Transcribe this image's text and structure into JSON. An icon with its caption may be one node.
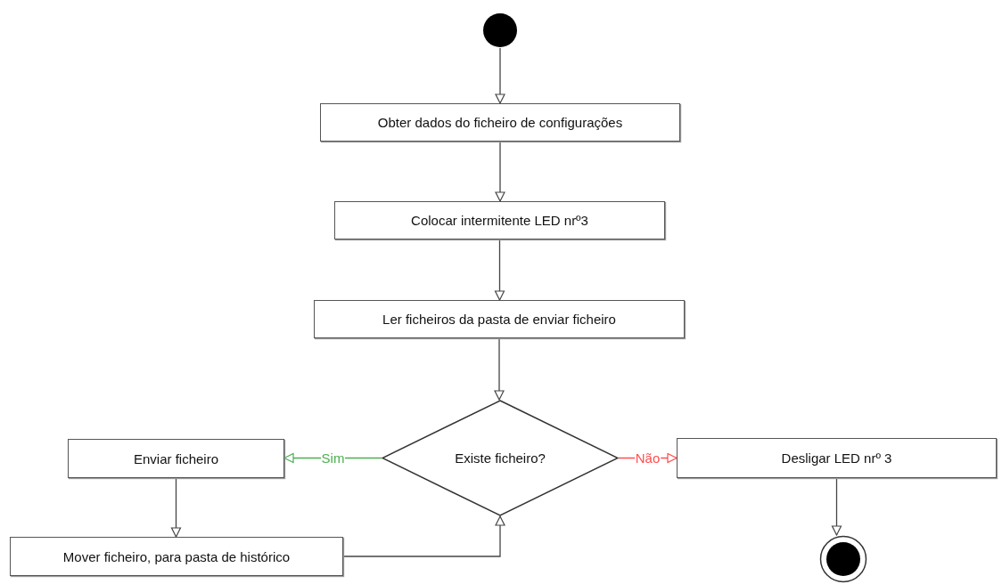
{
  "diagram": {
    "nodes": [
      {
        "text": [],
        "shape": "circle"
      },
      {
        "text": [
          "Obter dados do ficheiro de configurações"
        ]
      },
      {
        "text": [
          "Colocar intermitente LED nrº3"
        ]
      },
      {
        "text": [
          "Ler ficheiros da pasta de enviar ficheiro"
        ]
      },
      {
        "text": [
          "Existe ficheiro?"
        ]
      },
      {
        "text": [
          "Enviar ficheiro"
        ]
      },
      {
        "text": [
          "Mover ficheiro, para pasta de histórico"
        ]
      },
      {
        "text": [
          "Desligar LED nrº 3"
        ]
      },
      {
        "text": [],
        "shape": "circle"
      }
    ],
    "edges": [
      {
        "from": 0,
        "to": 1,
        "arrow": "to"
      },
      {
        "from": 1,
        "to": 2,
        "arrow": "to"
      },
      {
        "from": 2,
        "to": 3,
        "arrow": "to"
      },
      {
        "from": 3,
        "to": 4,
        "arrow": "to"
      },
      {
        "from": 4,
        "to": 5,
        "arrow": "to",
        "label": "Sim",
        "color": "#4caf50"
      },
      {
        "from": 4,
        "to": 7,
        "arrow": "to",
        "label": "Não",
        "color": "#ff4d4d"
      },
      {
        "from": 5,
        "to": 6,
        "arrow": "to"
      },
      {
        "from": 6,
        "to": 4,
        "arrow": "to"
      },
      {
        "from": 7,
        "to": 8,
        "arrow": "to"
      }
    ]
  }
}
